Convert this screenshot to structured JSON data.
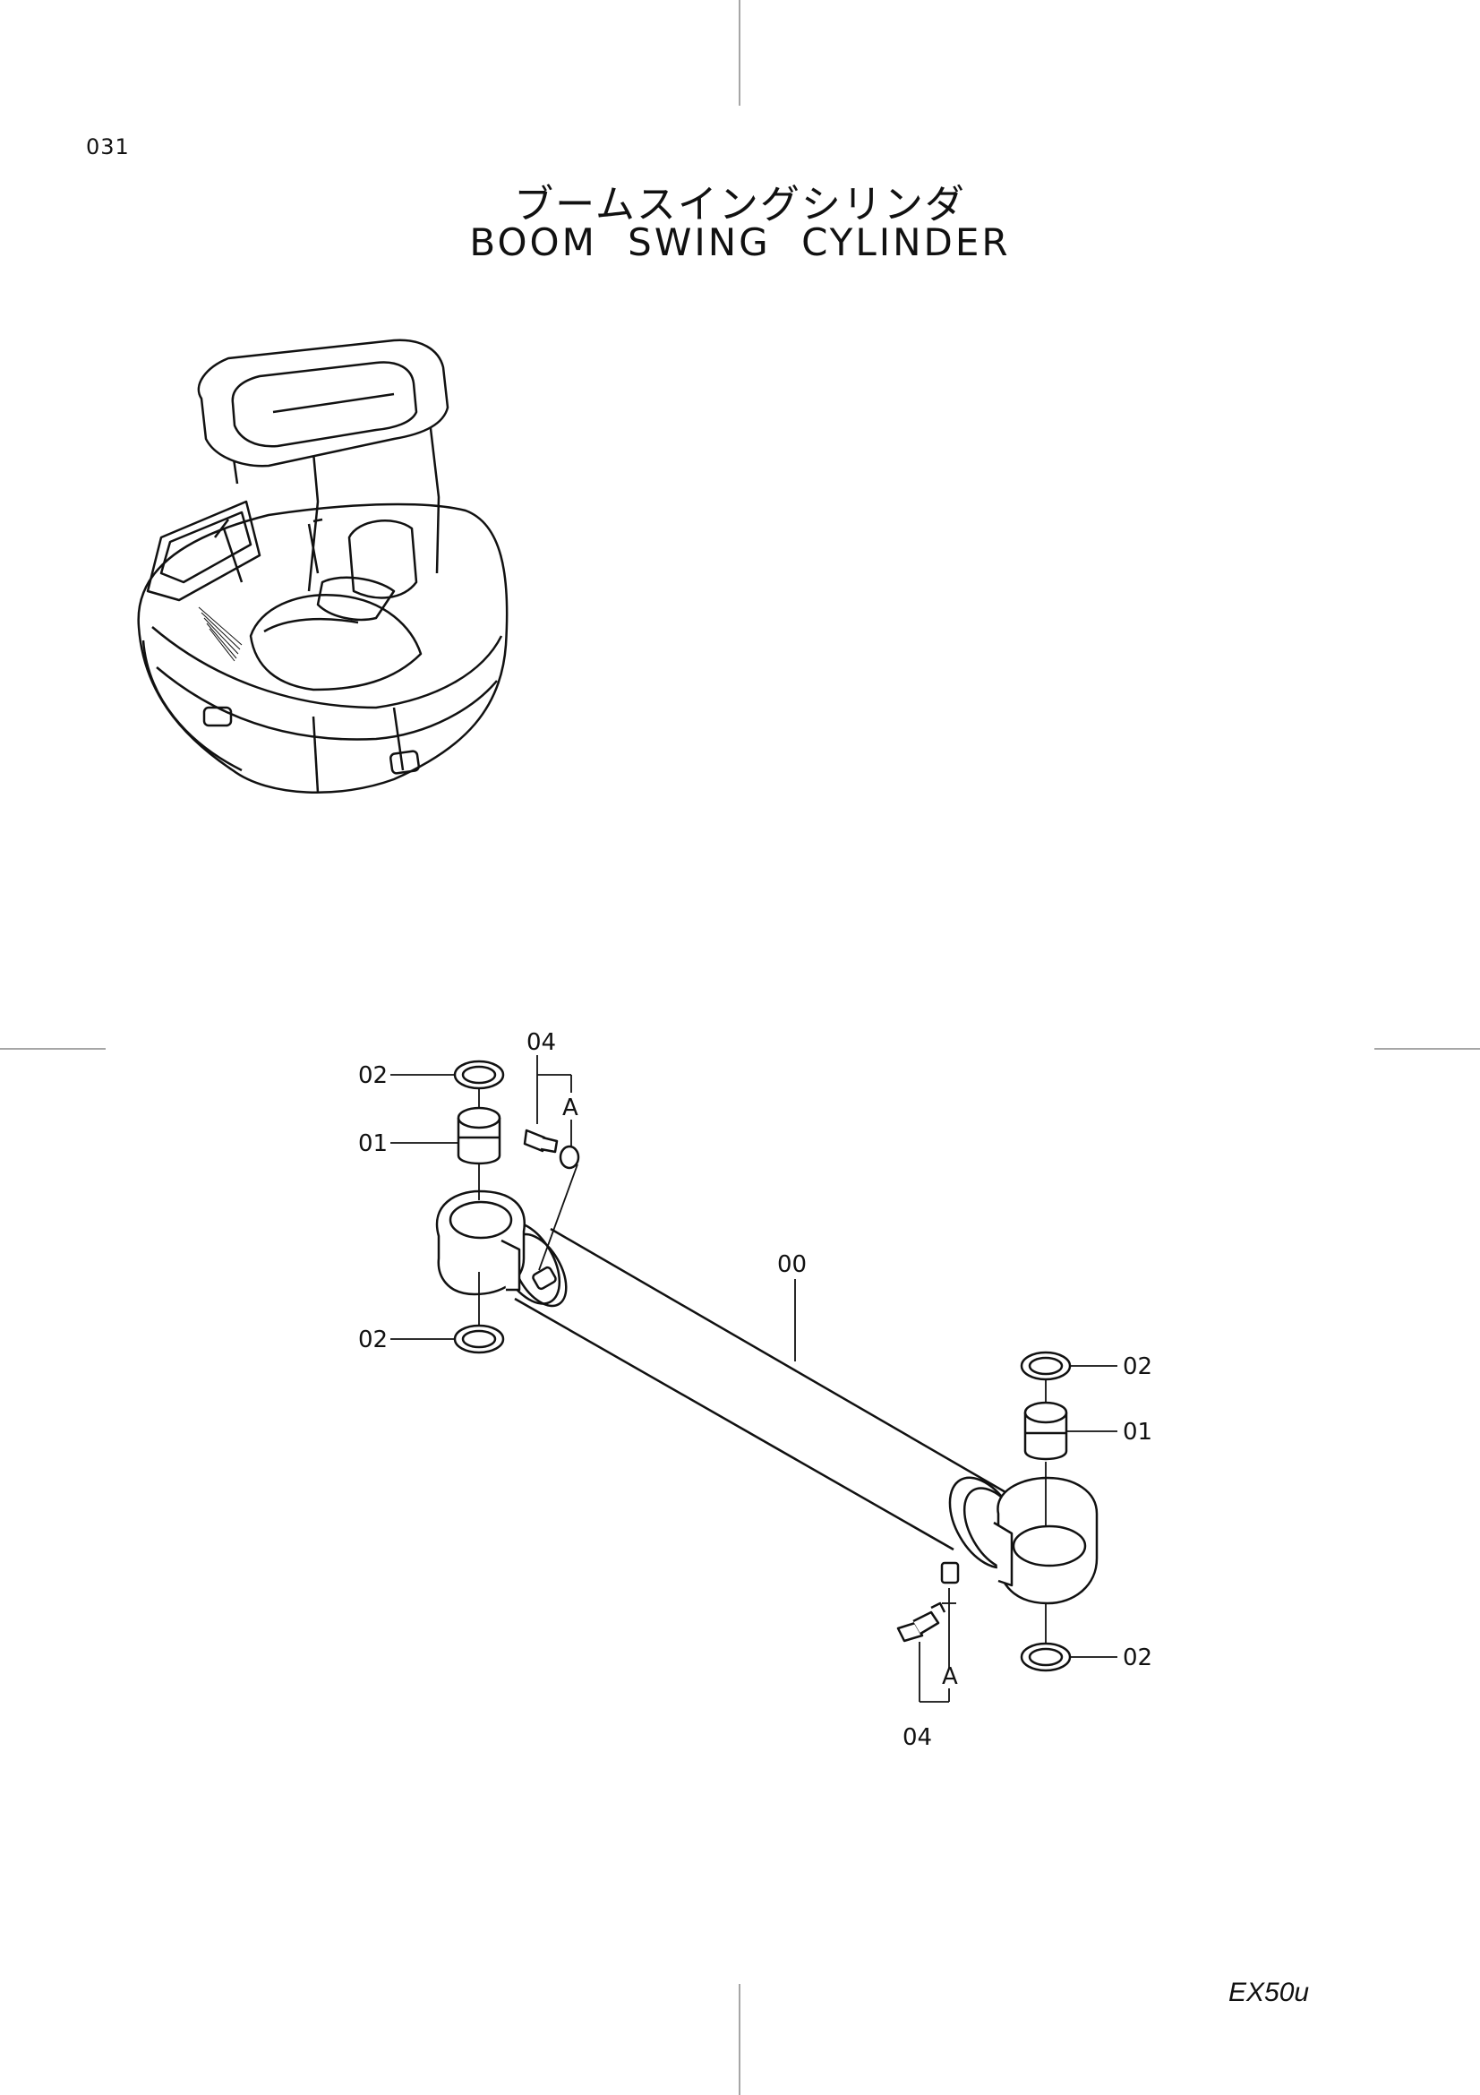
{
  "page": {
    "number": "031",
    "title_jp": "ブームスイングシリンダ",
    "title_en": "BOOM  SWING  CYLINDER",
    "model": "EX50u"
  },
  "callouts": {
    "cylinder_assembly": "00",
    "bushing_left": "01",
    "bushing_right": "01",
    "seal_left_top": "02",
    "seal_left_bottom": "02",
    "seal_right_top": "02",
    "seal_right_bottom": "02",
    "fitting_top": "04",
    "fitting_bottom": "04",
    "detail_a_top": "A",
    "detail_a_bottom": "A"
  },
  "icons": {
    "overview": "excavator-upperstructure-illustration",
    "main": "boom-swing-cylinder-exploded-diagram"
  }
}
